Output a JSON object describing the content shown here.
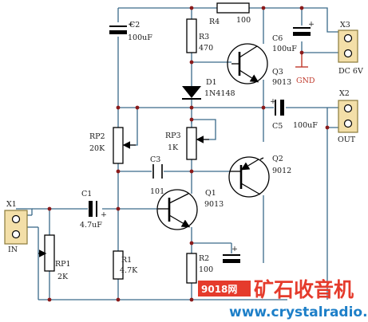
{
  "components": {
    "X1": {
      "ref": "X1",
      "label": "IN"
    },
    "X2": {
      "ref": "X2",
      "label": "OUT"
    },
    "X3": {
      "ref": "X3",
      "label": "DC 6V"
    },
    "C1": {
      "ref": "C1",
      "value": "4.7uF"
    },
    "C2": {
      "ref": "C2",
      "value": "100uF"
    },
    "C3": {
      "ref": "C3",
      "value": "101"
    },
    "C5": {
      "ref": "C5",
      "value": "100uF"
    },
    "C6": {
      "ref": "C6",
      "value": "100uF"
    },
    "R1": {
      "ref": "R1",
      "value": "4.7K"
    },
    "R2": {
      "ref": "R2",
      "value": "100"
    },
    "R3": {
      "ref": "R3",
      "value": "470"
    },
    "R4": {
      "ref": "R4",
      "value": "100"
    },
    "RP1": {
      "ref": "RP1",
      "value": "2K"
    },
    "RP2": {
      "ref": "RP2",
      "value": "20K"
    },
    "RP3": {
      "ref": "RP3",
      "value": "1K"
    },
    "D1": {
      "ref": "D1",
      "value": "1N4148"
    },
    "Q1": {
      "ref": "Q1",
      "value": "9013"
    },
    "Q2": {
      "ref": "Q2",
      "value": "9012"
    },
    "Q3": {
      "ref": "Q3",
      "value": "9013"
    }
  },
  "gnd_label": "GND",
  "plus_sign": "+",
  "watermark": {
    "left": "9018网",
    "brand": "矿石收音机",
    "url": "www.crystalradio.cn"
  },
  "colors": {
    "wire": "#3a6a8a",
    "component": "#000000",
    "junction": "#8a1a1a",
    "connector_fill": "#f3dfa8",
    "connector_border": "#8a7a3a",
    "gnd": "#c0392b",
    "watermark_red": "#e53b2c",
    "watermark_blue": "#1d7fc8"
  }
}
